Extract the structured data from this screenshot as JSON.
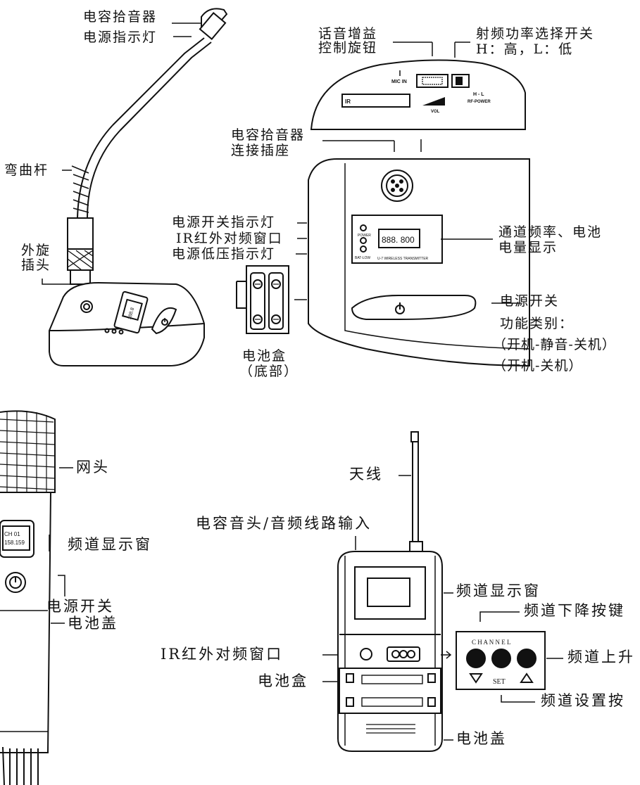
{
  "gooseneck": {
    "capsule": "电容拾音器",
    "power_indicator": "电源指示灯",
    "bending_rod": "弯曲杆",
    "twist_plug_line1": "外旋",
    "twist_plug_line2": "插头",
    "base_display": "188.8"
  },
  "base_panel_top": {
    "gain_knob_line1": "话音增益",
    "gain_knob_line2": "控制旋钮",
    "rf_switch_line1": "射频功率选择开关",
    "rf_switch_line2": "H：高，L：低",
    "mic_in": "MIC IN",
    "vol": "VOL",
    "hl": "H - L",
    "rf_power": "RF-POWER",
    "ir": "IR"
  },
  "base_panel_front": {
    "mic_socket_line1": "电容拾音器",
    "mic_socket_line2": "连接插座",
    "power_switch_led": "电源开关指示灯",
    "ir_window": "IR红外对频窗口",
    "low_voltage_led": "电源低压指示灯",
    "channel_display_line1": "通道频率、电池",
    "channel_display_line2": "电量显示",
    "power_switch": "电源开关",
    "function_types": "功能类别：",
    "mode_1": "（开机-静音-关机）",
    "mode_2": "（开机-关机）",
    "battery_box_line1": "电池盒",
    "battery_box_line2": "（底部）",
    "lcd_value": "888. 800",
    "led_power": "POWER",
    "led_low": "BAT-LOW",
    "brand": "U-7 WIRELESS TRANSMITTER"
  },
  "handheld": {
    "grille": "网头",
    "channel_window": "频道显示窗",
    "power_switch": "电源开关",
    "battery_cover": "电池盖",
    "lcd_line1": "CH 01",
    "lcd_line2": "158.159"
  },
  "bodypack": {
    "antenna": "天线",
    "audio_input": "电容音头/音频线路输入",
    "channel_window": "频道显示窗",
    "ir_window": "IR红外对频窗口",
    "battery_box": "电池盒",
    "battery_cover": "电池盖",
    "channel_down": "频道下降按键",
    "channel_up": "频道上升",
    "channel_set": "频道设置按",
    "channel_word": "C H A N N E L",
    "set": "SET"
  }
}
